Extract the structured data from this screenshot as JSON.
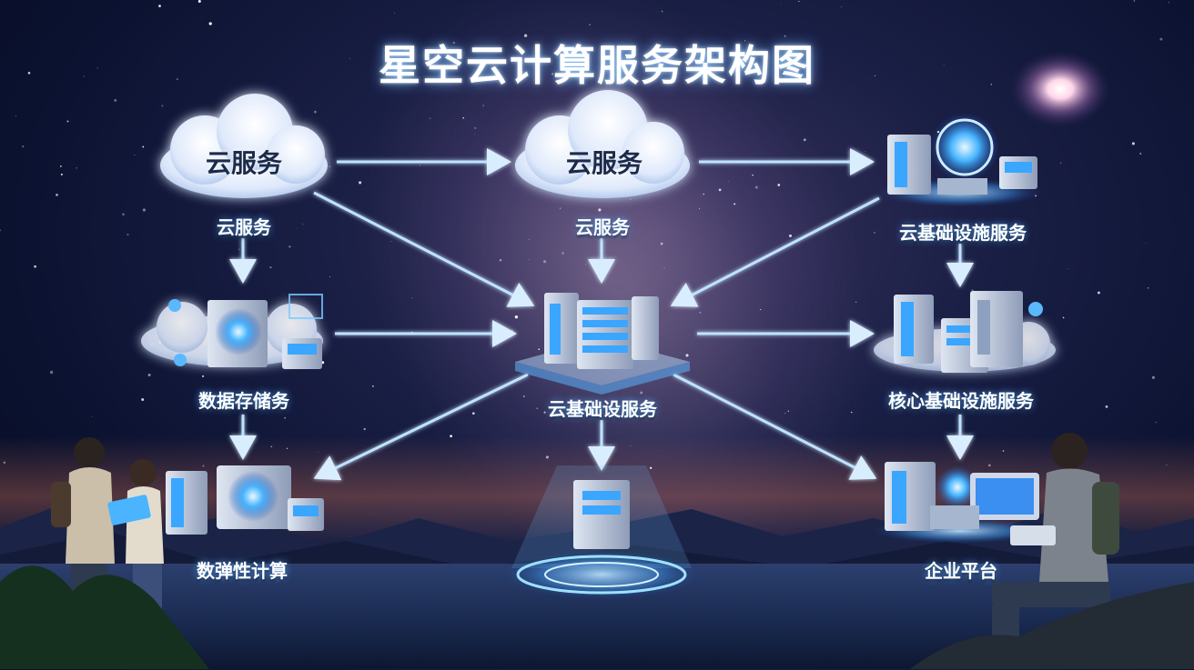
{
  "title": "星空云计算服务架构图",
  "nodes": {
    "cloud_left": {
      "cloud_text": "云服务",
      "label": "云服务"
    },
    "cloud_center": {
      "cloud_text": "云服务",
      "label": "云服务"
    },
    "infra_top_right": {
      "label": "云基础设施服务"
    },
    "storage": {
      "label": "数据存储务"
    },
    "core_hub": {
      "label": "云基础设服务"
    },
    "core_infra": {
      "label": "核心基础设施服务"
    },
    "elastic": {
      "label": "数弹性计算"
    },
    "enterprise": {
      "label": "企业平台"
    }
  },
  "colors": {
    "arrow": "#9fd4ff",
    "glow": "#4aa8ff",
    "title_glow": "#78beff"
  }
}
